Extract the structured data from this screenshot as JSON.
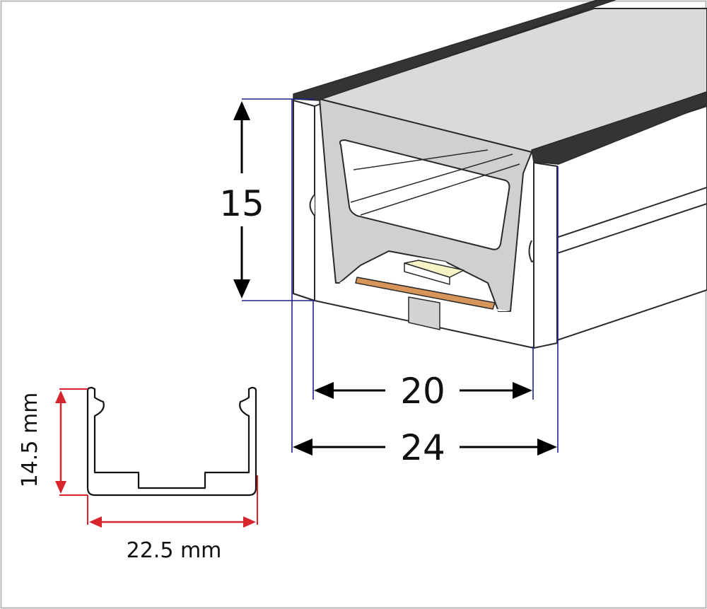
{
  "colors": {
    "frame": "#b9b9b9",
    "profile_fill": "#ffffff",
    "profile_stroke": "#2a2a2a",
    "diffuser": "#d6d6d7",
    "diffuser_top": "#e2e2e3",
    "cover_dark": "#343434",
    "chip": "#f6f3c6",
    "pcb": "#d7955a",
    "mount_block": "#d4d4d4",
    "guide_line": "#1f1f8a",
    "dim_arrow": "#000000",
    "red_dim": "#d6252b"
  },
  "dimensions": {
    "height_label": "15",
    "inner_width_label": "20",
    "outer_width_label": "24"
  },
  "mounting_clip": {
    "height_label": "14.5 mm",
    "width_label": "22.5 mm"
  }
}
